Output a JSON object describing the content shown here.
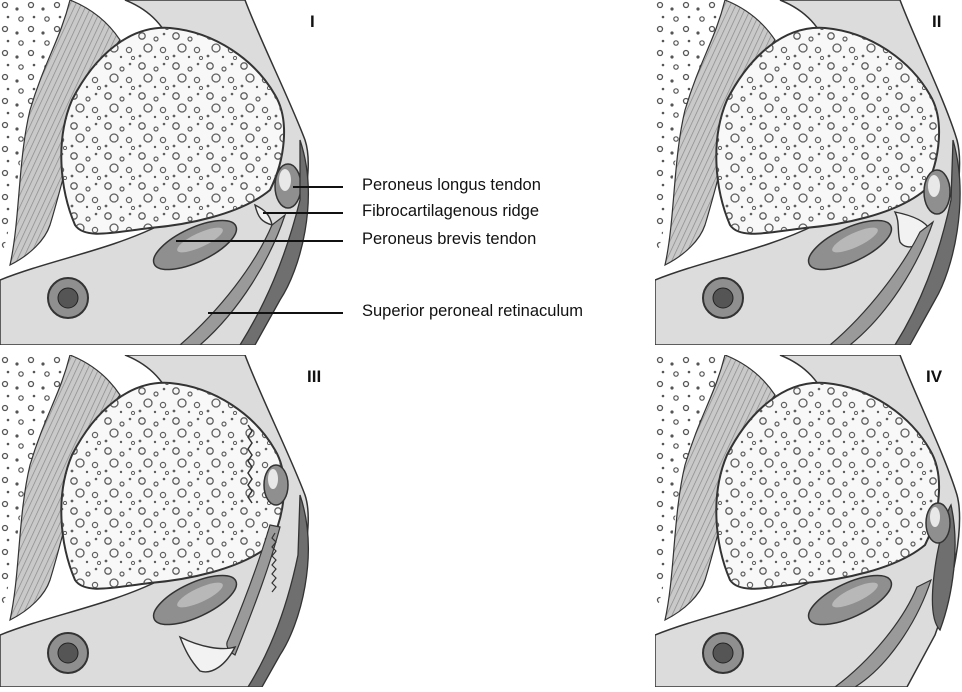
{
  "panels": [
    {
      "id": "I"
    },
    {
      "id": "II"
    },
    {
      "id": "III"
    },
    {
      "id": "IV"
    }
  ],
  "callouts": {
    "peroneus_longus": "Peroneus longus tendon",
    "fibro_ridge": "Fibrocartilagenous ridge",
    "peroneus_brevis": "Peroneus brevis tendon",
    "retinaculum": "Superior peroneal retinaculum"
  },
  "colors": {
    "bone_fill": "#f8f8f8",
    "cortex": "#8a8a8a",
    "soft_tissue": "#dcdcdc",
    "tendon": "#8f8f8f",
    "retinaculum": "#6f6f6f",
    "outline": "#333333"
  }
}
